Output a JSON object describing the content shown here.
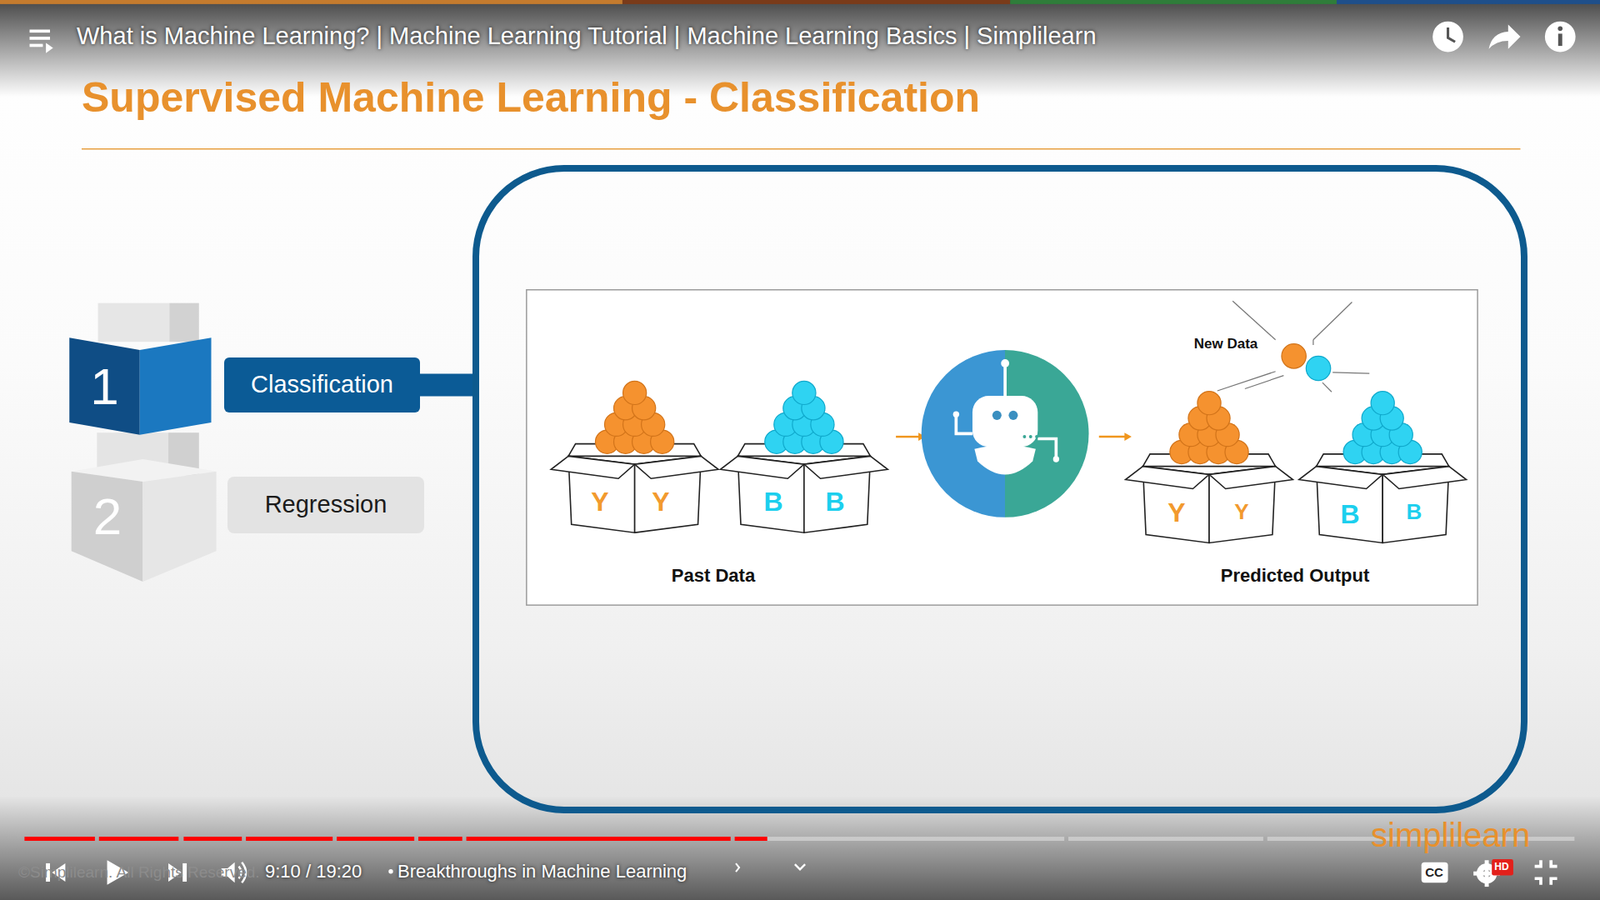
{
  "diagram": {
    "title": "Supervised Machine Learning - Classification",
    "nodes": [
      {
        "text": [
          "1"
        ]
      },
      {
        "text": [
          "Classification"
        ]
      },
      {
        "text": [
          "2"
        ]
      },
      {
        "text": [
          "Regression"
        ]
      },
      {
        "text": [
          "New Data",
          "Past Data",
          "Predicted Output"
        ]
      }
    ],
    "edges": [
      {
        "from": 1,
        "to": 4,
        "arrow": "none"
      }
    ],
    "labels": [
      "What is Machine Learning? | Machine Learning Tutorial | Machine Learning Basics | Simplilearn",
      "Y",
      "Y",
      "B",
      "B",
      "Y",
      "Y",
      "B",
      "B",
      "©Simplilearn. All Rights Reserved.",
      "9:10 / 19:20",
      "Breakthroughs in Machine Learning",
      "simplilearn",
      "CC",
      "HD"
    ]
  }
}
